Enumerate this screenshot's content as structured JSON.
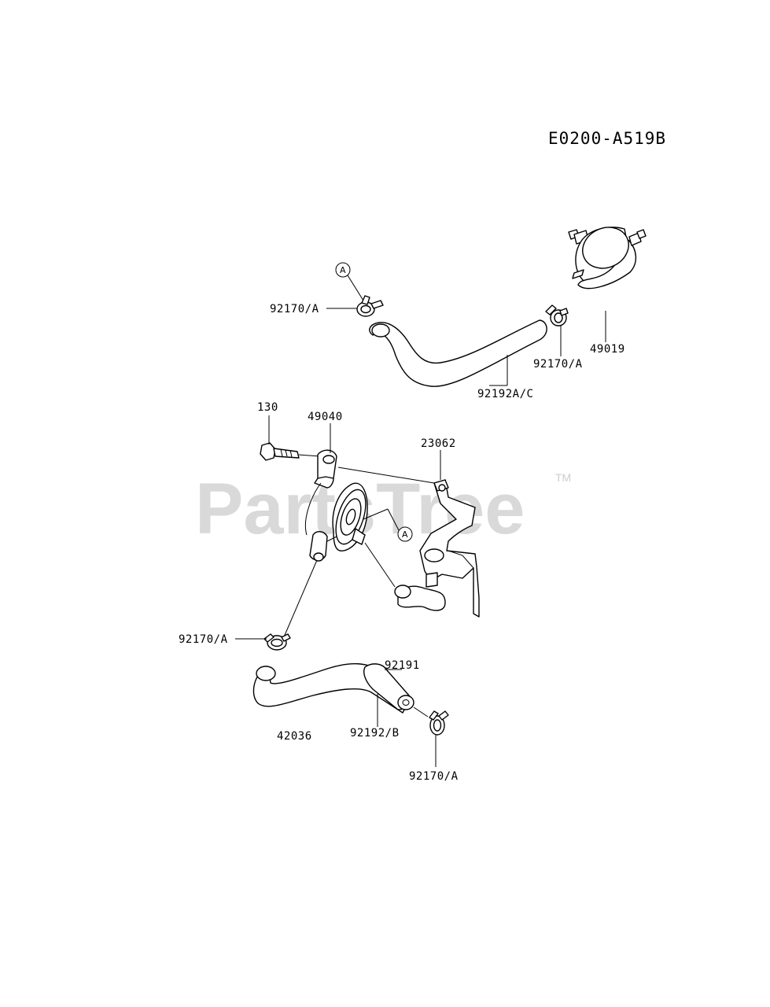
{
  "diagram_code": "E0200-A519B",
  "watermark": {
    "text": "PartsTree",
    "trademark": "TM"
  },
  "callouts": [
    {
      "id": "callout-a-top",
      "letter": "A"
    },
    {
      "id": "callout-a-pump",
      "letter": "A"
    }
  ],
  "parts": [
    {
      "id": "clamp-top-left",
      "number": "92170/A"
    },
    {
      "id": "clamp-top-right",
      "number": "92170/A"
    },
    {
      "id": "fuel-filter",
      "number": "49019"
    },
    {
      "id": "hose-top",
      "number": "92192A/C"
    },
    {
      "id": "bolt",
      "number": "130"
    },
    {
      "id": "fuel-pump",
      "number": "49040"
    },
    {
      "id": "bracket",
      "number": "23062"
    },
    {
      "id": "clamp-mid",
      "number": "92170/A"
    },
    {
      "id": "hose-joint",
      "number": "92191"
    },
    {
      "id": "hose-bottom",
      "number": "92192/B"
    },
    {
      "id": "hose-bend",
      "number": "42036"
    },
    {
      "id": "clamp-bottom",
      "number": "92170/A"
    }
  ]
}
